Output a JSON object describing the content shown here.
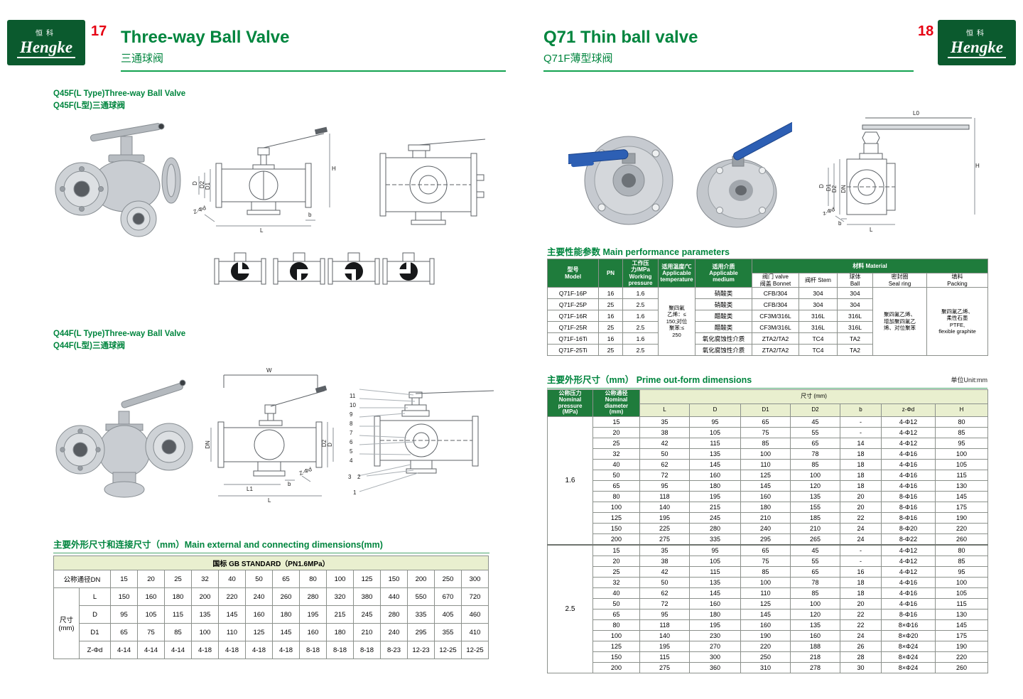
{
  "page": {
    "left_page_number": "17",
    "right_page_number": "18",
    "logo": {
      "brand_cn": "恒科",
      "brand_en": "Hengke"
    },
    "left_header": {
      "title": "Three-way Ball Valve",
      "subtitle": "三通球阀"
    },
    "right_header": {
      "title": "Q71 Thin ball valve",
      "subtitle": "Q71F薄型球阀"
    }
  },
  "left": {
    "q45f": {
      "title_en": "Q45F(L Type)Three-way Ball Valve",
      "title_cn": "Q45F(L型)三通球阀",
      "labels": {
        "D": "D",
        "D2": "D2",
        "D1": "D1",
        "H": "H",
        "ZD": "Z-Φd",
        "L": "L",
        "B": "b"
      }
    },
    "q44f": {
      "title_en": "Q44F(L Type)Three-way Ball Valve",
      "title_cn": "Q44F(L型)三通球阀",
      "labels": {
        "W": "W",
        "DN": "DN",
        "D2": "D2",
        "D": "D",
        "ZD": "Z-Φd",
        "L1": "L1",
        "B": "b",
        "L": "L"
      },
      "part_numbers": [
        "11",
        "10",
        "9",
        "8",
        "7",
        "6",
        "5",
        "4",
        "3",
        "2",
        "1"
      ]
    },
    "dims_heading": "主要外形尺寸和连接尺寸（mm）Main external and connecting dimensions(mm)",
    "dims_table": {
      "band": "国标 GB STANDARD（PN1.6MPa）",
      "dn_label": "公称通径DN",
      "group_label": "尺寸\n(mm)",
      "dn_values": [
        "15",
        "20",
        "25",
        "32",
        "40",
        "50",
        "65",
        "80",
        "100",
        "125",
        "150",
        "200",
        "250",
        "300"
      ],
      "rows": [
        {
          "label": "L",
          "values": [
            "150",
            "160",
            "180",
            "200",
            "220",
            "240",
            "260",
            "280",
            "320",
            "380",
            "440",
            "550",
            "670",
            "720"
          ]
        },
        {
          "label": "D",
          "values": [
            "95",
            "105",
            "115",
            "135",
            "145",
            "160",
            "180",
            "195",
            "215",
            "245",
            "280",
            "335",
            "405",
            "460"
          ]
        },
        {
          "label": "D1",
          "values": [
            "65",
            "75",
            "85",
            "100",
            "110",
            "125",
            "145",
            "160",
            "180",
            "210",
            "240",
            "295",
            "355",
            "410"
          ]
        },
        {
          "label": "Z-Φd",
          "values": [
            "4-14",
            "4-14",
            "4-14",
            "4-18",
            "4-18",
            "4-18",
            "4-18",
            "8-18",
            "8-18",
            "8-18",
            "8-23",
            "12-23",
            "12-25",
            "12-25"
          ]
        }
      ]
    }
  },
  "right": {
    "q71": {
      "labels": {
        "L0": "L0",
        "H": "H",
        "D": "D",
        "D1": "D1",
        "D2": "D2",
        "DN": "DN",
        "ZD": "z-Φd",
        "B": "b",
        "L": "L"
      }
    },
    "perf_heading": "主要性能参数  Main performance parameters",
    "perf_table": {
      "headers": {
        "model": "型号\nModel",
        "pn": "PN",
        "working_pressure": "工作压力/MPa\nWorking\npressure",
        "temperature": "适用温度/℃\nApplicable\ntemperature",
        "medium": "适用介质\nApplicable\nmedium",
        "material": "材料 Material",
        "bonnet": "阀门 valve\n阀盖 Bonnet",
        "stem": "阀杆 Stem",
        "ball": "球体\nBall",
        "seal_ring": "密封圈\nSeal ring",
        "packing": "填料\nPacking"
      },
      "temperature_merged": "聚四氟\n乙烯：≤\n150;对位\n聚苯:≤\n250",
      "seal_ring_merged": "聚四氟乙烯、\n增加聚四氟乙\n烯、对位聚苯",
      "packing_merged": "聚四氟乙烯、\n柔性石墨\nPTFE,\nflexible graphite",
      "rows": [
        {
          "model": "Q71F-16P",
          "pn": "16",
          "pressure": "1.6",
          "medium": "硝酸类",
          "bonnet": "CFB/304",
          "stem": "304",
          "ball": "304"
        },
        {
          "model": "Q71F-25P",
          "pn": "25",
          "pressure": "2.5",
          "medium": "硝酸类",
          "bonnet": "CFB/304",
          "stem": "304",
          "ball": "304"
        },
        {
          "model": "Q71F-16R",
          "pn": "16",
          "pressure": "1.6",
          "medium": "醋酸类",
          "bonnet": "CF3M/316L",
          "stem": "316L",
          "ball": "316L"
        },
        {
          "model": "Q71F-25R",
          "pn": "25",
          "pressure": "2.5",
          "medium": "醋酸类",
          "bonnet": "CF3M/316L",
          "stem": "316L",
          "ball": "316L"
        },
        {
          "model": "Q71F-16Ti",
          "pn": "16",
          "pressure": "1.6",
          "medium": "氧化腐蚀性介质",
          "bonnet": "ZTA2/TA2",
          "stem": "TC4",
          "ball": "TA2"
        },
        {
          "model": "Q71F-25Ti",
          "pn": "25",
          "pressure": "2.5",
          "medium": "氧化腐蚀性介质",
          "bonnet": "ZTA2/TA2",
          "stem": "TC4",
          "ball": "TA2"
        }
      ]
    },
    "dims_heading": "主要外形尺寸（mm） Prime out-form dimensions",
    "unit_note": "单位Unit:mm",
    "dims_table": {
      "headers": {
        "pressure": "公称压力\nNominal\npressure\n(MPa)",
        "diameter": "公称通径\nNominal\ndiameter\n(mm)",
        "size_band": "尺寸 (mm)",
        "cols": [
          "L",
          "D",
          "D1",
          "D2",
          "b",
          "z-Φd",
          "H"
        ]
      },
      "groups": [
        {
          "pressure": "1.6",
          "rows": [
            {
              "dn": "15",
              "values": [
                "35",
                "95",
                "65",
                "45",
                "-",
                "4-Φ12",
                "80"
              ]
            },
            {
              "dn": "20",
              "values": [
                "38",
                "105",
                "75",
                "55",
                "-",
                "4-Φ12",
                "85"
              ]
            },
            {
              "dn": "25",
              "values": [
                "42",
                "115",
                "85",
                "65",
                "14",
                "4-Φ12",
                "95"
              ]
            },
            {
              "dn": "32",
              "values": [
                "50",
                "135",
                "100",
                "78",
                "18",
                "4-Φ16",
                "100"
              ]
            },
            {
              "dn": "40",
              "values": [
                "62",
                "145",
                "110",
                "85",
                "18",
                "4-Φ16",
                "105"
              ]
            },
            {
              "dn": "50",
              "values": [
                "72",
                "160",
                "125",
                "100",
                "18",
                "4-Φ16",
                "115"
              ]
            },
            {
              "dn": "65",
              "values": [
                "95",
                "180",
                "145",
                "120",
                "18",
                "4-Φ16",
                "130"
              ]
            },
            {
              "dn": "80",
              "values": [
                "118",
                "195",
                "160",
                "135",
                "20",
                "8-Φ16",
                "145"
              ]
            },
            {
              "dn": "100",
              "values": [
                "140",
                "215",
                "180",
                "155",
                "20",
                "8-Φ16",
                "175"
              ]
            },
            {
              "dn": "125",
              "values": [
                "195",
                "245",
                "210",
                "185",
                "22",
                "8-Φ16",
                "190"
              ]
            },
            {
              "dn": "150",
              "values": [
                "225",
                "280",
                "240",
                "210",
                "24",
                "8-Φ20",
                "220"
              ]
            },
            {
              "dn": "200",
              "values": [
                "275",
                "335",
                "295",
                "265",
                "24",
                "8-Φ22",
                "260"
              ]
            }
          ]
        },
        {
          "pressure": "2.5",
          "rows": [
            {
              "dn": "15",
              "values": [
                "35",
                "95",
                "65",
                "45",
                "-",
                "4-Φ12",
                "80"
              ]
            },
            {
              "dn": "20",
              "values": [
                "38",
                "105",
                "75",
                "55",
                "-",
                "4-Φ12",
                "85"
              ]
            },
            {
              "dn": "25",
              "values": [
                "42",
                "115",
                "85",
                "65",
                "16",
                "4-Φ12",
                "95"
              ]
            },
            {
              "dn": "32",
              "values": [
                "50",
                "135",
                "100",
                "78",
                "18",
                "4-Φ16",
                "100"
              ]
            },
            {
              "dn": "40",
              "values": [
                "62",
                "145",
                "110",
                "85",
                "18",
                "4-Φ16",
                "105"
              ]
            },
            {
              "dn": "50",
              "values": [
                "72",
                "160",
                "125",
                "100",
                "20",
                "4-Φ16",
                "115"
              ]
            },
            {
              "dn": "65",
              "values": [
                "95",
                "180",
                "145",
                "120",
                "22",
                "8-Φ16",
                "130"
              ]
            },
            {
              "dn": "80",
              "values": [
                "118",
                "195",
                "160",
                "135",
                "22",
                "8×Φ16",
                "145"
              ]
            },
            {
              "dn": "100",
              "values": [
                "140",
                "230",
                "190",
                "160",
                "24",
                "8×Φ20",
                "175"
              ]
            },
            {
              "dn": "125",
              "values": [
                "195",
                "270",
                "220",
                "188",
                "26",
                "8×Φ24",
                "190"
              ]
            },
            {
              "dn": "150",
              "values": [
                "115",
                "300",
                "250",
                "218",
                "28",
                "8×Φ24",
                "220"
              ]
            },
            {
              "dn": "200",
              "values": [
                "275",
                "360",
                "310",
                "278",
                "30",
                "8×Φ24",
                "260"
              ]
            }
          ]
        }
      ]
    }
  }
}
